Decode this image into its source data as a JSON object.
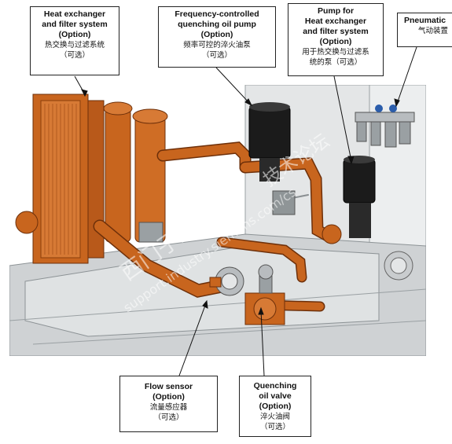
{
  "callouts": {
    "heat_exchanger": {
      "en_line1": "Heat exchanger",
      "en_line2": "and filter system",
      "option": "(Option)",
      "zh_line1": "热交换与过滤系统",
      "zh_line2": "（可选）"
    },
    "quench_pump": {
      "en_line1": "Frequency-controlled",
      "en_line2": "quenching oil pump",
      "option": "(Option)",
      "zh_line1": "频率可控的淬火油泵",
      "zh_line2": "（可选）"
    },
    "pump_heat": {
      "en_line1": "Pump for",
      "en_line2": "Heat exchanger",
      "en_line3": "and filter system",
      "option": "(Option)",
      "zh_line1": "用于热交换与过滤系",
      "zh_line2": "统的泵（可选）"
    },
    "pneumatic": {
      "en_line1": "Pneumatic",
      "zh_line1": "气动装置"
    },
    "flow_sensor": {
      "en_line1": "Flow sensor",
      "option": "(Option)",
      "zh_line1": "流量感应器",
      "zh_line2": "（可选）"
    },
    "quench_valve": {
      "en_line1": "Quenching",
      "en_line2": "oil valve",
      "option": "(Option)",
      "zh_line1": "淬火油阀",
      "zh_line2": "（可选）"
    }
  },
  "watermark": {
    "line1": "西门子工业",
    "line2": "support.industry.siemens.com/cs",
    "line3": "技术论坛"
  },
  "colors": {
    "pipe": "#c8651e",
    "pipe_dark": "#8a3e0c",
    "motor": "#1b1b1b",
    "frame": "#cfd2d4",
    "wall": "#e4e6e7",
    "border": "#222222"
  }
}
